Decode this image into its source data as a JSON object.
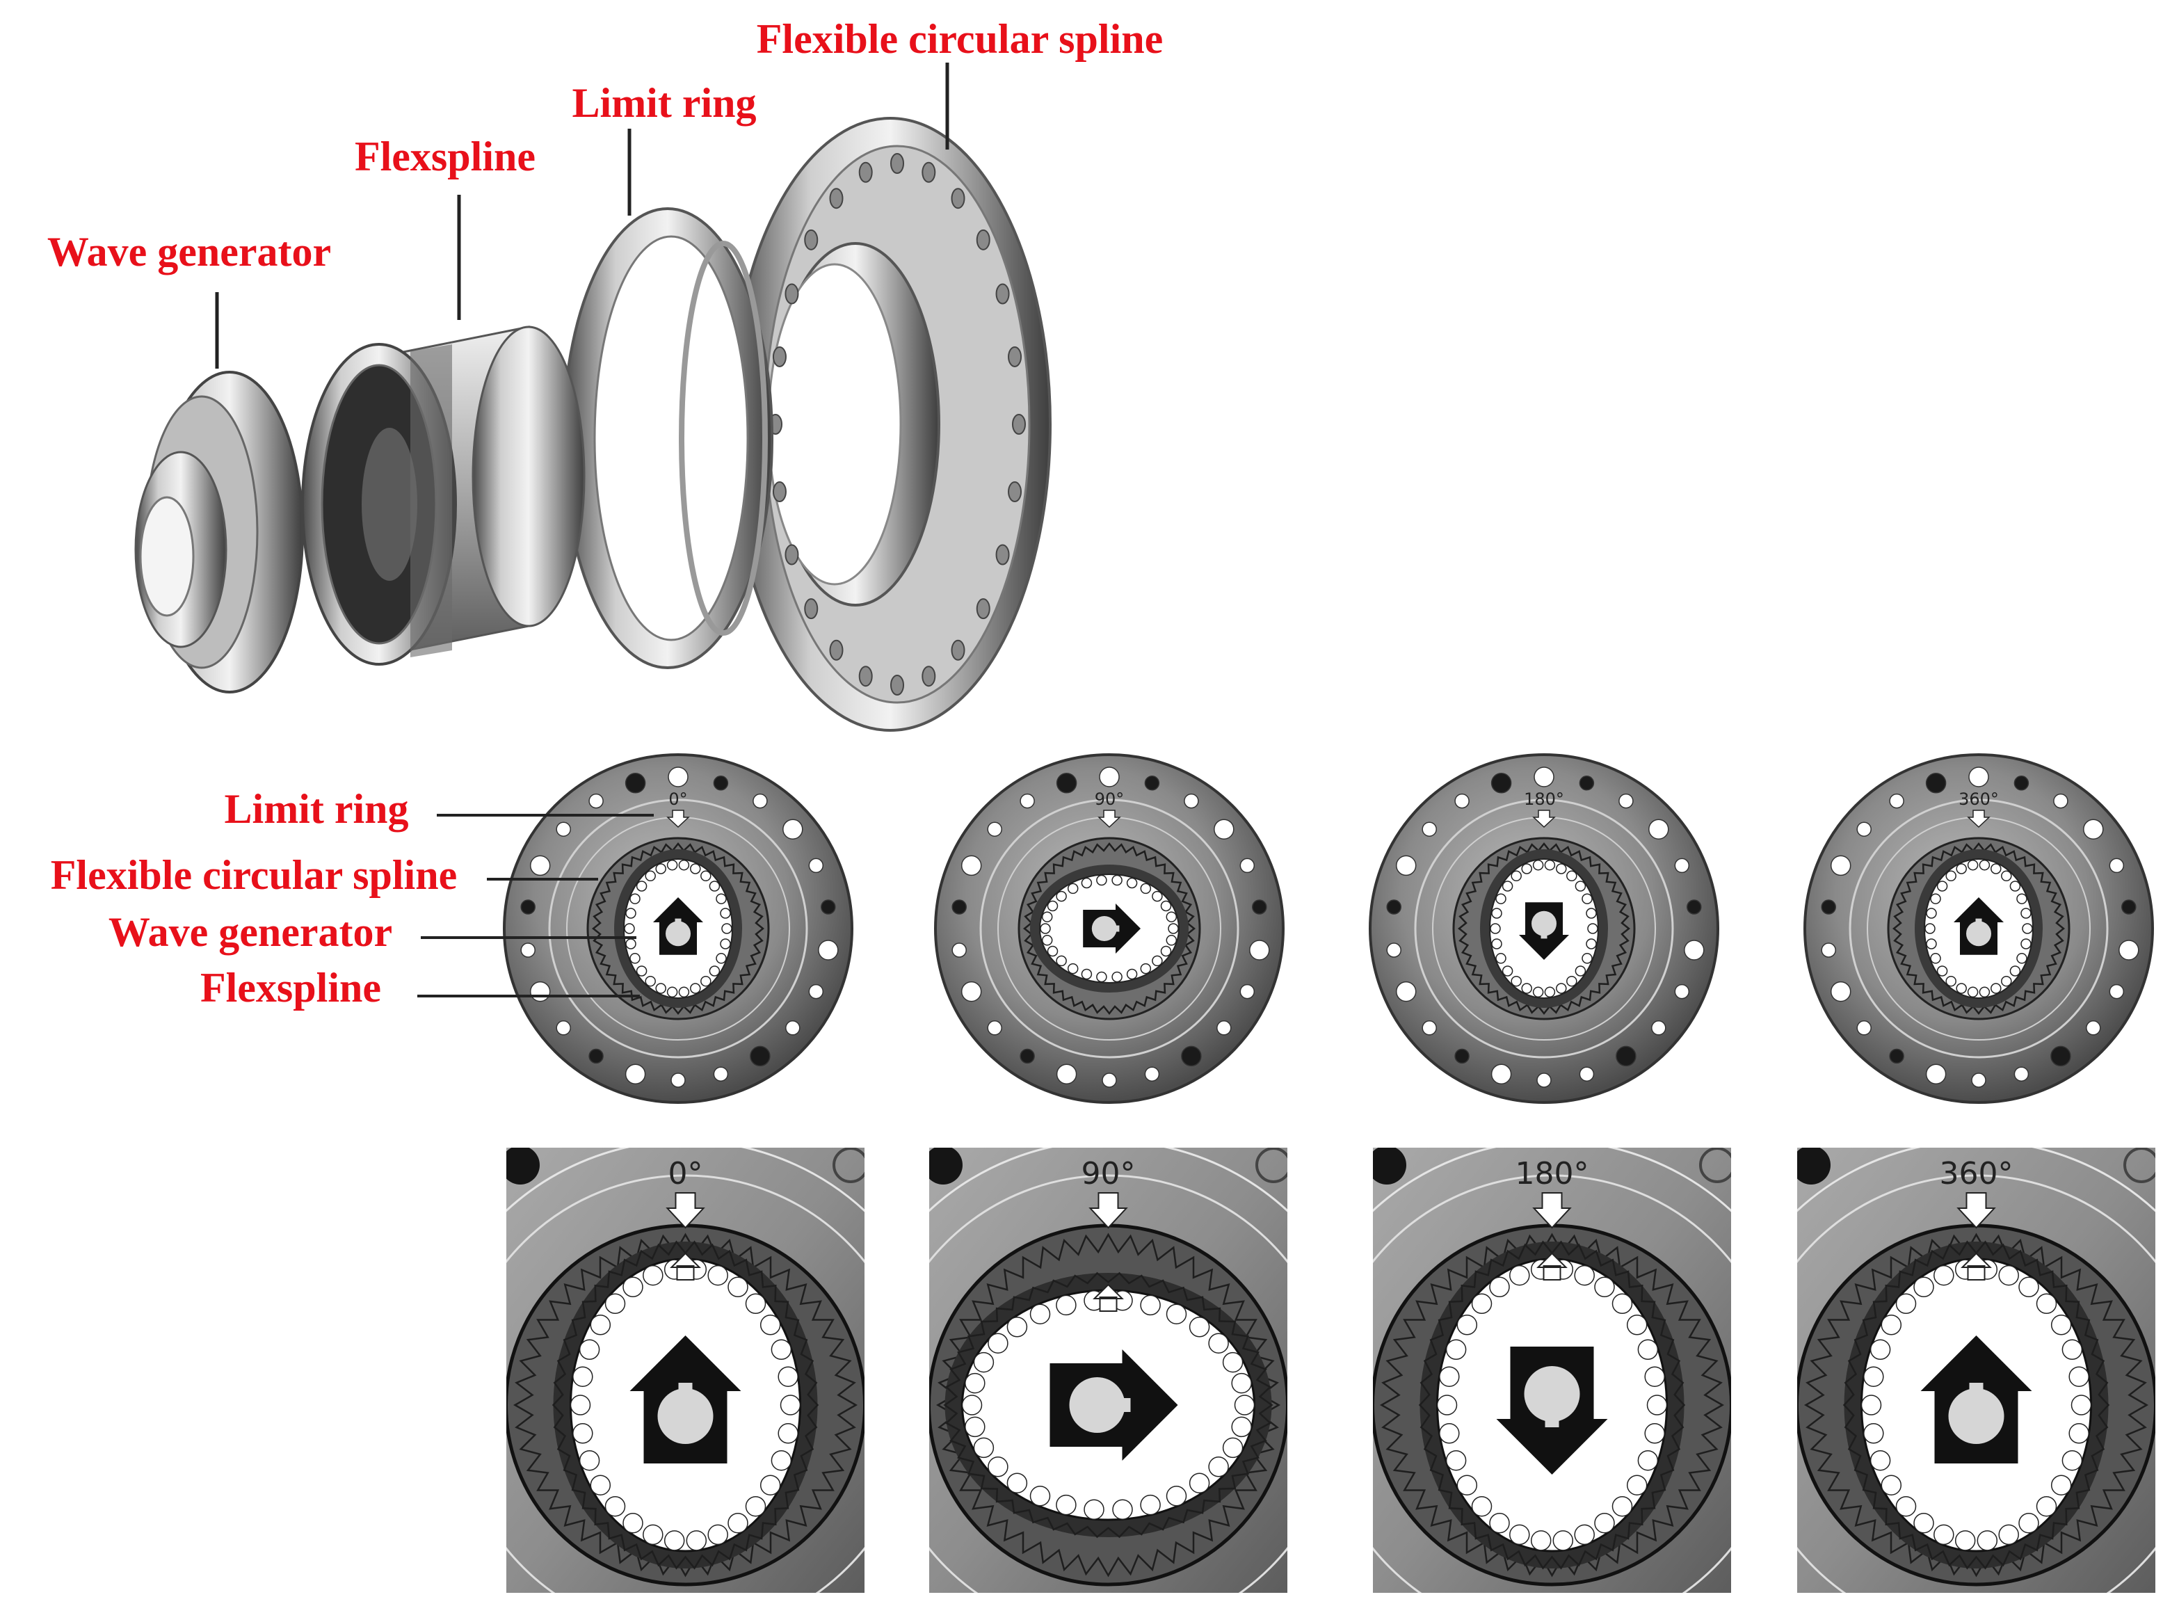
{
  "colors": {
    "label_red": "#e8101a",
    "metal_light": "#d8d8d8",
    "metal_dark": "#5a5a5a",
    "leader": "#222222"
  },
  "exploded_view": {
    "labels": {
      "flexible_circular_spline": "Flexible circular spline",
      "limit_ring": "Limit ring",
      "flexspline": "Flexspline",
      "wave_generator": "Wave generator"
    }
  },
  "front_view": {
    "labels": {
      "limit_ring": "Limit ring",
      "flexible_circular_spline": "Flexible circular spline",
      "wave_generator": "Wave generator",
      "flexspline": "Flexspline"
    }
  },
  "rotation_states": [
    {
      "angle": "0°",
      "arrow_direction": "up"
    },
    {
      "angle": "90°",
      "arrow_direction": "right"
    },
    {
      "angle": "180°",
      "arrow_direction": "down"
    },
    {
      "angle": "360°",
      "arrow_direction": "up"
    }
  ]
}
